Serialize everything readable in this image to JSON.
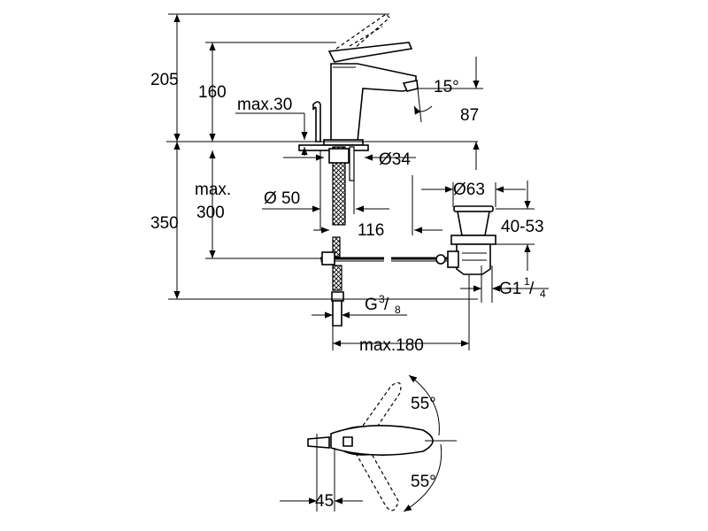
{
  "dimensions": {
    "d205": "205",
    "d160": "160",
    "max30": "max.30",
    "angle15": "15°",
    "d87": "87",
    "dia34": "Ø34",
    "max300_a": "max.",
    "max300_b": "300",
    "dia50": "Ø 50",
    "d116": "116",
    "dia63": "Ø63",
    "d350": "350",
    "d4053": "40-53",
    "g38": "G",
    "g38_num": "3",
    "g38_den": "8",
    "g114": "G1",
    "g114_num": "1",
    "g114_den": "4",
    "max180": "max.180",
    "angle55_top": "55°",
    "angle55_bottom": "55°",
    "d45": "45"
  }
}
